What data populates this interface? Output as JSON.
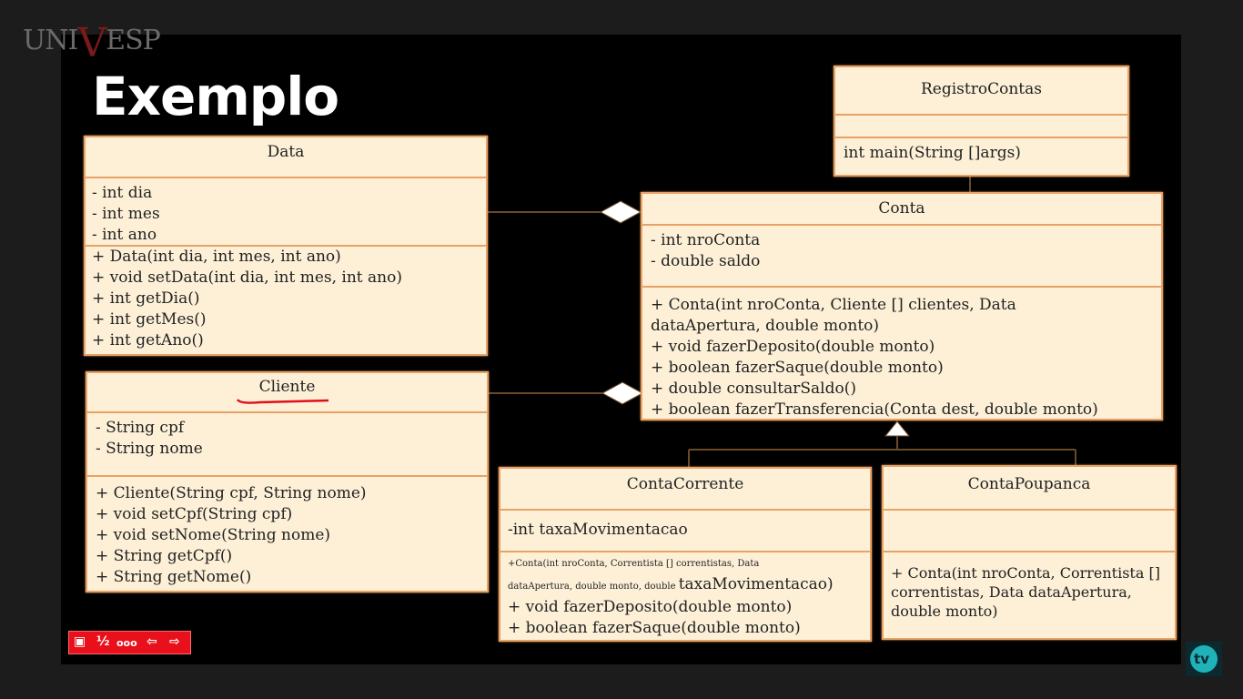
{
  "watermark": {
    "pre": "UNI",
    "v": "V",
    "post": "ESP"
  },
  "slide_title": "Exemplo",
  "classes": {
    "data": {
      "name": "Data",
      "attributes": [
        "- int dia",
        "- int mes",
        "- int ano"
      ],
      "methods": [
        "+ Data(int dia, int mes, int ano)",
        "+ void setData(int dia, int mes, int ano)",
        "+ int getDia()",
        "+ int getMes()",
        "+ int getAno()"
      ]
    },
    "cliente": {
      "name": "Cliente",
      "attributes": [
        "- String cpf",
        "- String nome"
      ],
      "methods": [
        "+ Cliente(String cpf, String nome)",
        "+ void setCpf(String cpf)",
        "+ void setNome(String nome)",
        "+ String getCpf()",
        "+ String getNome()"
      ]
    },
    "registro": {
      "name": "RegistroContas",
      "methods": [
        "int main(String []args)"
      ]
    },
    "conta": {
      "name": "Conta",
      "attributes": [
        "- int  nroConta",
        "- double saldo"
      ],
      "methods": [
        "+ Conta(int nroConta, Cliente [] clientes, Data",
        "dataApertura, double monto)",
        "+ void fazerDeposito(double monto)",
        "+ boolean fazerSaque(double monto)",
        "+ double consultarSaldo()",
        "+ boolean fazerTransferencia(Conta dest, double monto)"
      ]
    },
    "corrente": {
      "name": "ContaCorrente",
      "attributes": [
        "-int taxaMovimentacao"
      ],
      "ctor_line1": "+Conta(int  nroConta,  Correntista  []  correntistas,  Data",
      "ctor_line2_small": "dataApertura,  double  monto,  double ",
      "ctor_line2_big": "taxaMovimentacao)",
      "methods": [
        "+ void fazerDeposito(double monto)",
        "+ boolean fazerSaque(double monto)"
      ]
    },
    "poupanca": {
      "name": "ContaPoupanca",
      "methods": [
        "+ Conta(int nroConta, Correntista [] correntistas, Data dataApertura, double monto)"
      ]
    }
  },
  "toolbar": {
    "fraction": "½",
    "dots": "ooo",
    "prev": "⇦",
    "next": "⇨"
  },
  "channel_logo": "tv",
  "colors": {
    "box_fill": "#fdf0d7",
    "box_border": "#e8a266",
    "connector": "#6b4a2a",
    "underline": "#e0101a",
    "toolbar": "#e8111b"
  }
}
